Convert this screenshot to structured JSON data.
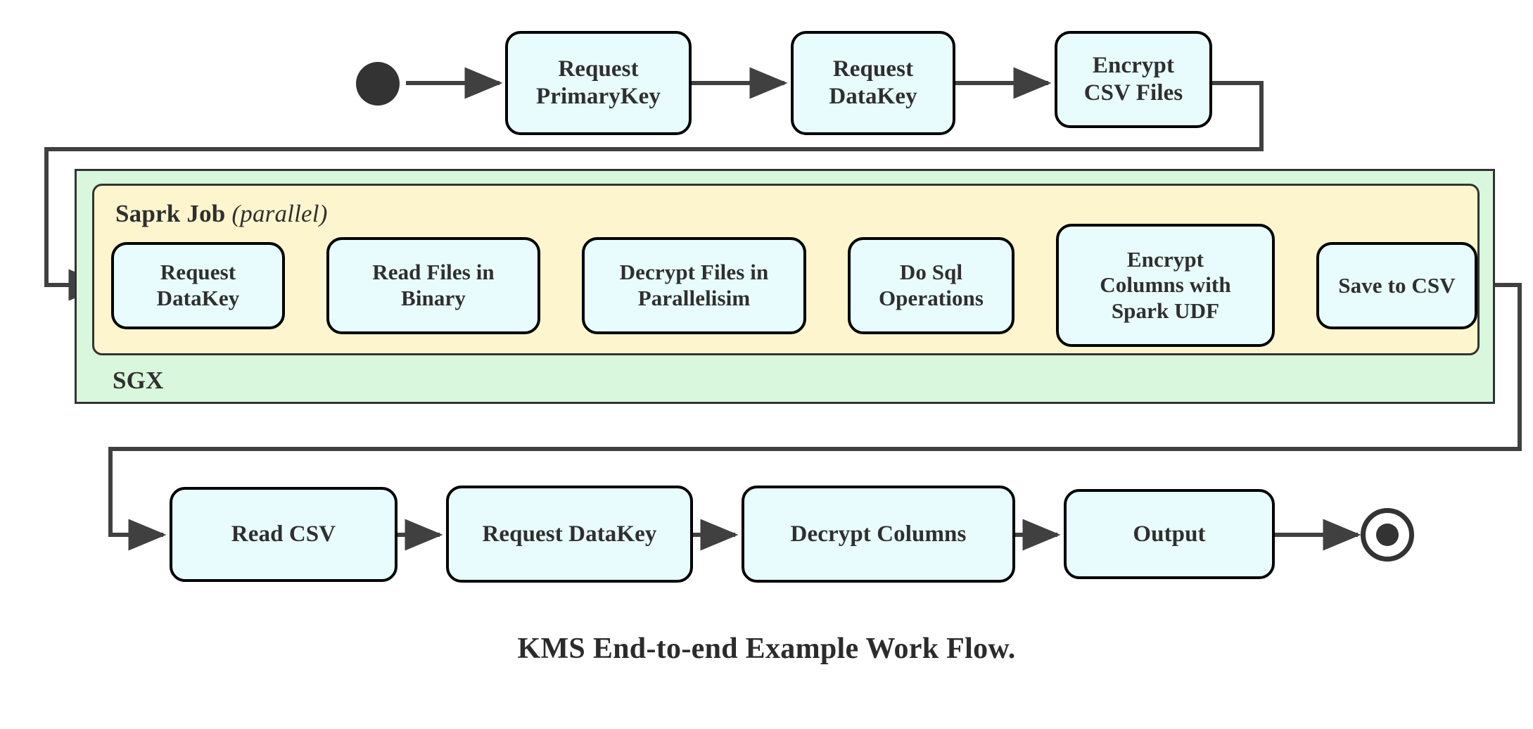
{
  "diagram": {
    "title": "KMS End-to-end Example Work Flow.",
    "type": "uml-activity-flowchart",
    "colors": {
      "node_fill": "#e8fbfd",
      "node_stroke": "#000000",
      "spark_fill": "#fdf5ce",
      "sgx_fill": "#d9f7dc",
      "container_stroke": "#333333",
      "edge_stroke": "#404040",
      "text": "#2f2f2f",
      "background": "#ffffff"
    }
  },
  "markers": {
    "start": "initial-node",
    "end": "final-node"
  },
  "containers": {
    "sgx": {
      "label": "SGX"
    },
    "spark": {
      "label": "Saprk Job",
      "stereotype": "(parallel)"
    }
  },
  "rows": {
    "top": [
      {
        "id": "request-primarykey",
        "lines": [
          "Request",
          "PrimaryKey"
        ]
      },
      {
        "id": "request-datakey-top",
        "lines": [
          "Request",
          "DataKey"
        ]
      },
      {
        "id": "encrypt-csv-files",
        "lines": [
          "Encrypt",
          "CSV Files"
        ]
      }
    ],
    "spark": [
      {
        "id": "request-datakey-spark",
        "lines": [
          "Request",
          "DataKey"
        ]
      },
      {
        "id": "read-files-in-binary",
        "lines": [
          "Read Files in",
          "Binary"
        ]
      },
      {
        "id": "decrypt-files-in-parallelisim",
        "lines": [
          "Decrypt Files in",
          "Parallelisim"
        ]
      },
      {
        "id": "do-sql-operations",
        "lines": [
          "Do Sql",
          "Operations"
        ]
      },
      {
        "id": "encrypt-columns-with-spark-udf",
        "lines": [
          "Encrypt",
          "Columns with",
          "Spark UDF"
        ]
      },
      {
        "id": "save-to-csv",
        "lines": [
          "Save to CSV"
        ]
      }
    ],
    "bottom": [
      {
        "id": "read-csv",
        "lines": [
          "Read CSV"
        ]
      },
      {
        "id": "request-datakey-bottom",
        "lines": [
          "Request DataKey"
        ]
      },
      {
        "id": "decrypt-columns",
        "lines": [
          "Decrypt Columns"
        ]
      },
      {
        "id": "output",
        "lines": [
          "Output"
        ]
      }
    ]
  }
}
